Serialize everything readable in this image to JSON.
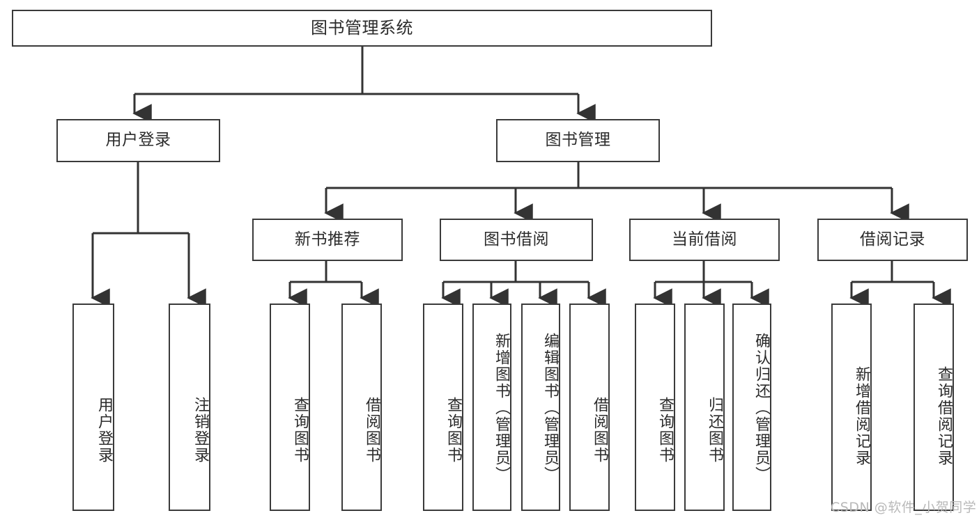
{
  "diagram": {
    "title": "图书管理系统",
    "type": "function-structure-tree",
    "root": {
      "id": "root",
      "label": "图书管理系统",
      "orientation": "horizontal"
    },
    "level2": [
      {
        "id": "user-login",
        "label": "用户登录",
        "orientation": "horizontal"
      },
      {
        "id": "book-manage",
        "label": "图书管理",
        "orientation": "horizontal"
      }
    ],
    "level3": [
      {
        "id": "new-book-recommend",
        "label": "新书推荐",
        "parent": "book-manage",
        "orientation": "horizontal"
      },
      {
        "id": "book-borrow",
        "label": "图书借阅",
        "parent": "book-manage",
        "orientation": "horizontal"
      },
      {
        "id": "current-borrow",
        "label": "当前借阅",
        "parent": "book-manage",
        "orientation": "horizontal"
      },
      {
        "id": "borrow-record",
        "label": "借阅记录",
        "parent": "book-manage",
        "orientation": "horizontal"
      }
    ],
    "leaves": [
      {
        "id": "leaf-user-login",
        "label": "用户登录",
        "parent": "user-login",
        "orientation": "vertical"
      },
      {
        "id": "leaf-user-logout",
        "label": "注销登录",
        "parent": "user-login",
        "orientation": "vertical"
      },
      {
        "id": "leaf-query-book-1",
        "label": "查询图书",
        "parent": "new-book-recommend",
        "orientation": "vertical"
      },
      {
        "id": "leaf-borrow-book-1",
        "label": "借阅图书",
        "parent": "new-book-recommend",
        "orientation": "vertical"
      },
      {
        "id": "leaf-query-book-2",
        "label": "查询图书",
        "parent": "book-borrow",
        "orientation": "vertical"
      },
      {
        "id": "leaf-add-book",
        "label": "新增图书（管理员）",
        "parent": "book-borrow",
        "orientation": "vertical"
      },
      {
        "id": "leaf-edit-book",
        "label": "编辑图书（管理员）",
        "parent": "book-borrow",
        "orientation": "vertical"
      },
      {
        "id": "leaf-borrow-book-2",
        "label": "借阅图书",
        "parent": "book-borrow",
        "orientation": "vertical"
      },
      {
        "id": "leaf-query-book-3",
        "label": "查询图书",
        "parent": "current-borrow",
        "orientation": "vertical"
      },
      {
        "id": "leaf-return-book",
        "label": "归还图书",
        "parent": "current-borrow",
        "orientation": "vertical"
      },
      {
        "id": "leaf-confirm-return",
        "label": "确认归还（管理员）",
        "parent": "current-borrow",
        "orientation": "vertical"
      },
      {
        "id": "leaf-add-record",
        "label": "新增借阅记录",
        "parent": "borrow-record",
        "orientation": "vertical"
      },
      {
        "id": "leaf-query-record",
        "label": "查询借阅记录",
        "parent": "borrow-record",
        "orientation": "vertical"
      }
    ],
    "watermark": "CSDN @软件_小贺同学",
    "colors": {
      "background": "#ffffff",
      "box_border": "#3a3a3a",
      "box_fill": "#ffffff",
      "text": "#2b2b2b",
      "connector": "#333333",
      "watermark": "#b9b9b9"
    }
  }
}
